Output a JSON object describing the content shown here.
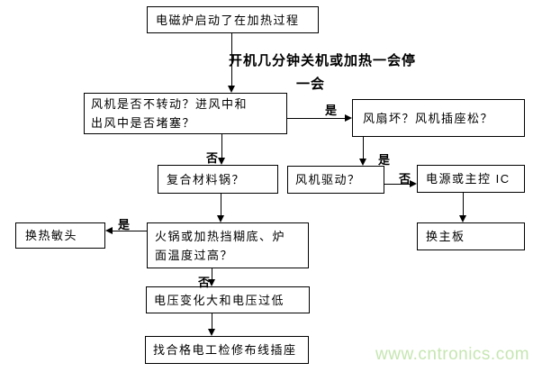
{
  "watermark": {
    "text": "www.cntronics.com",
    "color": "#c6e6b2"
  },
  "nodes": {
    "start": {
      "text": "电磁炉启动了在加热过程"
    },
    "fan_check": {
      "line1": "风机是否不转动？进风中和",
      "line2": "出风中是否堵塞？"
    },
    "fan_broken": {
      "text": "风扇坏？风机插座松？"
    },
    "composite_pot": {
      "text": "复合材料锅？"
    },
    "fan_drive": {
      "text": "风机驱动？"
    },
    "power_ic": {
      "text": "电源或主控 IC"
    },
    "replace_mainboard": {
      "text": "换主板"
    },
    "replace_thermistor": {
      "text": "换热敏头"
    },
    "hotpot_overheat": {
      "line1": "火锅或加热挡糊底、炉",
      "line2": "面温度过高？"
    },
    "voltage": {
      "text": "电压变化大和电压过低"
    },
    "electrician": {
      "text": "找合格电工检修布线插座"
    }
  },
  "edge_labels": {
    "condition_line1": "开机几分钟关机或加热一会停",
    "condition_line2": "一会",
    "yes": "是",
    "no": "否"
  }
}
